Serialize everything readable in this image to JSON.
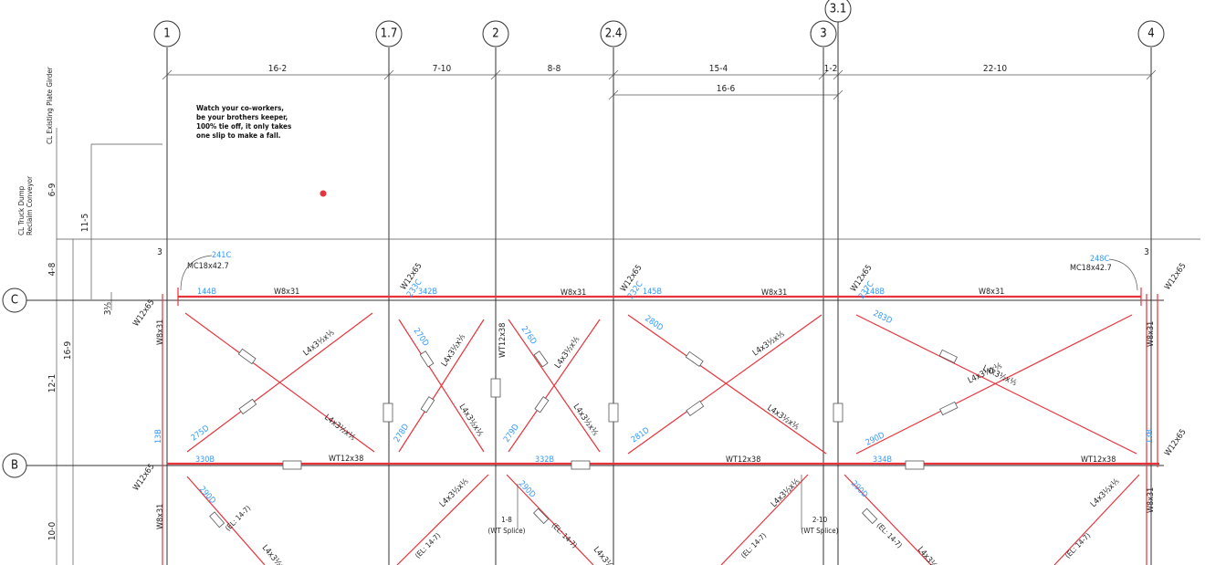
{
  "grid_columns": [
    {
      "label": "1"
    },
    {
      "label": "1.7"
    },
    {
      "label": "2"
    },
    {
      "label": "2.4"
    },
    {
      "label": "3"
    },
    {
      "label": "3.1"
    },
    {
      "label": "4"
    }
  ],
  "grid_rows": [
    {
      "label": "C"
    },
    {
      "label": "B"
    }
  ],
  "top_dims": [
    "16-2",
    "7-10",
    "8-8",
    "15-4",
    "1-2",
    "22-10"
  ],
  "secondary_dim": "16-6",
  "left_dims": [
    "4-8",
    "12-1",
    "10-0"
  ],
  "left_dims_inner": [
    "11-5",
    "16-9"
  ],
  "left_dim_69": "6-9",
  "left_dim_small": "3⅕",
  "left_labels": {
    "plate_girder": "CL Existing Plate Girder",
    "truck_dump_1": "CL Truck Dump",
    "truck_dump_2": "Reclaim Conveyor"
  },
  "safety_note": [
    "Watch your co-workers,",
    "be your brothers keeper,",
    "100% tie off, it only takes",
    "one slip to make a fall."
  ],
  "members": {
    "w8x31": "W8x31",
    "wt12x38": "WT12x38",
    "mc18": "MC18x42.7",
    "l4x3": "L4x3½x⅕",
    "w8x31_v": "W8x31",
    "col_tag": "W12x65"
  },
  "marks": {
    "m241c": "241C",
    "m248c": "248C",
    "m144b": "144B",
    "m342b": "342B",
    "m145b": "145B",
    "m148b": "148B",
    "m330b": "330B",
    "m332b": "332B",
    "m334b": "334B",
    "m270d": "270D",
    "m275d": "275D",
    "m276d": "276D",
    "m278d": "278D",
    "m279d": "279D",
    "m280d": "280D",
    "m281d": "281D",
    "m283d": "283D",
    "m290d": "290D",
    "m233c": "233C",
    "m232c": "232C",
    "m237c": "237C",
    "m13b": "13B"
  },
  "splice": {
    "left_dim": "1-8",
    "left_label": "(WT Splice)",
    "right_dim": "2-10",
    "right_label": "(WT Splice)"
  },
  "el_label": "(EL: 14-7)",
  "level_marks": [
    "3",
    "3"
  ],
  "red_dot": {
    "color": "#e8333a"
  }
}
